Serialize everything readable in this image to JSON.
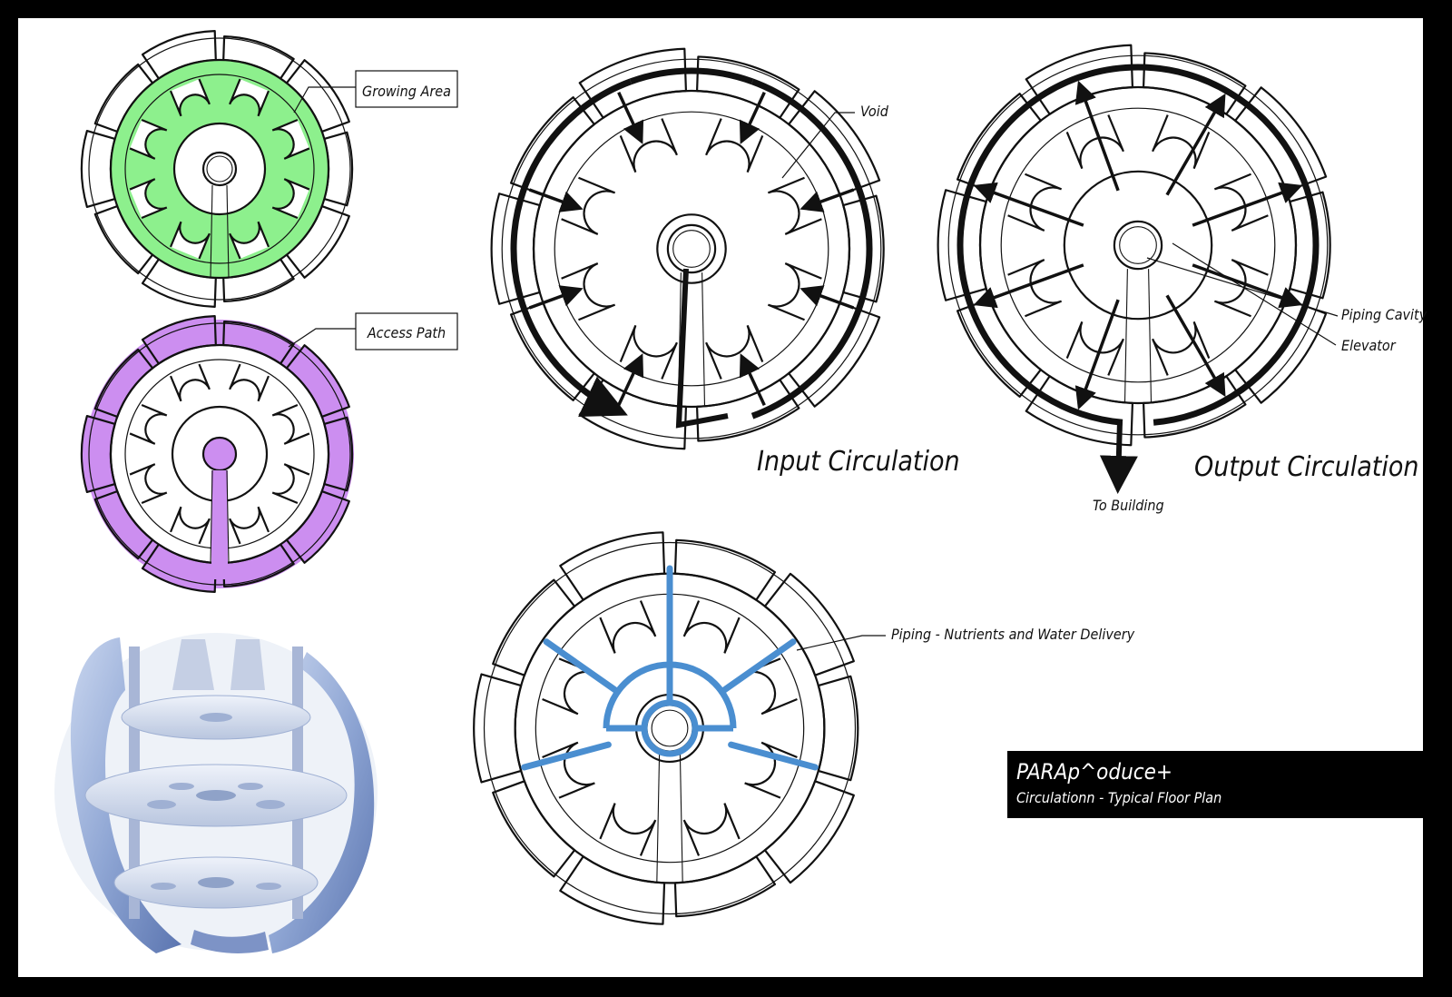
{
  "labels": {
    "growing_area": "Growing Area",
    "access_path": "Access Path",
    "void": "Void",
    "piping_cavity": "Piping Cavity",
    "elevator": "Elevator",
    "to_building": "To Building",
    "piping": "Piping - Nutrients and Water Delivery"
  },
  "captions": {
    "input": "Input Circulation",
    "output": "Output Circulation"
  },
  "title_block": {
    "project": "PARAp^oduce+",
    "subtitle": "Circulationn - Typical Floor Plan"
  },
  "colors": {
    "growing_area": "#8df08d",
    "access_path": "#cc8ef0",
    "piping": "#4a8ed0",
    "line": "#111111",
    "paper": "#ffffff",
    "frame": "#000000"
  }
}
